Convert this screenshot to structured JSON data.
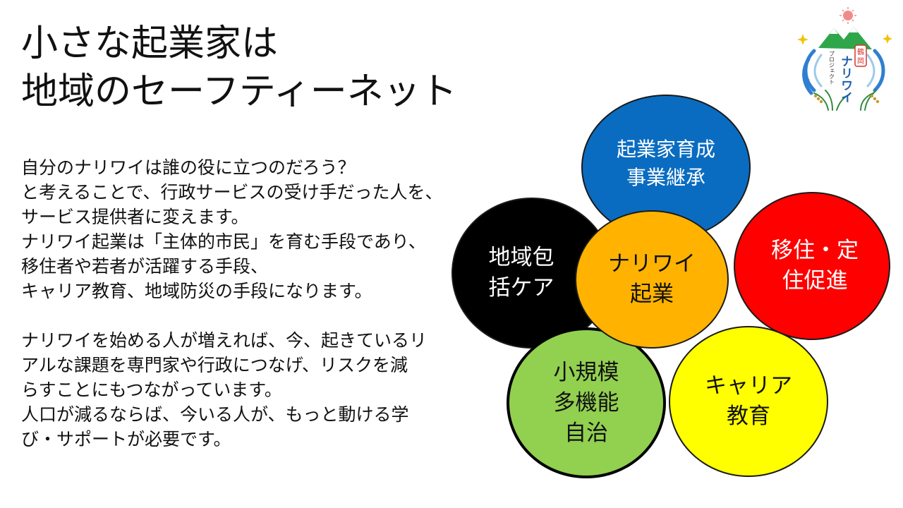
{
  "slide": {
    "title_line1": "小さな起業家は",
    "title_line2": "地域のセーフティーネット",
    "body": {
      "para1": [
        "自分のナリワイは誰の役に立つのだろう？",
        "と考えることで、行政サービスの受け手だった人を、",
        "サービス提供者に変えます。",
        "ナリワイ起業は「主体的市民」を育む手段であり、",
        "移住者や若者が活躍する手段、",
        "キャリア教育、地域防災の手段になります。"
      ],
      "para2": [
        "ナリワイを始める人が増えれば、今、起きているリ",
        "アルな課題を専門家や行政につなげ、リスクを減",
        "らすことにもつながっています。",
        "人口が減るならば、今いる人が、もっと動ける学",
        "び・サポートが必要です。"
      ]
    },
    "diagram": {
      "center": {
        "line1": "ナリワイ",
        "line2": "起業"
      },
      "top": {
        "line1": "起業家育成",
        "line2": "事業継承"
      },
      "left": {
        "line1": "地域包",
        "line2": "括ケア"
      },
      "right": {
        "line1": "移住・定",
        "line2": "住促進"
      },
      "bottom_left": {
        "line1": "小規模",
        "line2": "多機能",
        "line3": "自治"
      },
      "bottom_right": {
        "line1": "キャリア",
        "line2": "教育"
      }
    },
    "logo": {
      "char1": "鶴",
      "char2": "岡",
      "main": "ナリワイ",
      "sub": "プロジェクト"
    },
    "colors": {
      "top": "#0a6cc0",
      "left": "#000000",
      "right": "#ff0000",
      "bottom_left": "#92d050",
      "bottom_right": "#ffff00",
      "center": "#ffb300"
    }
  }
}
